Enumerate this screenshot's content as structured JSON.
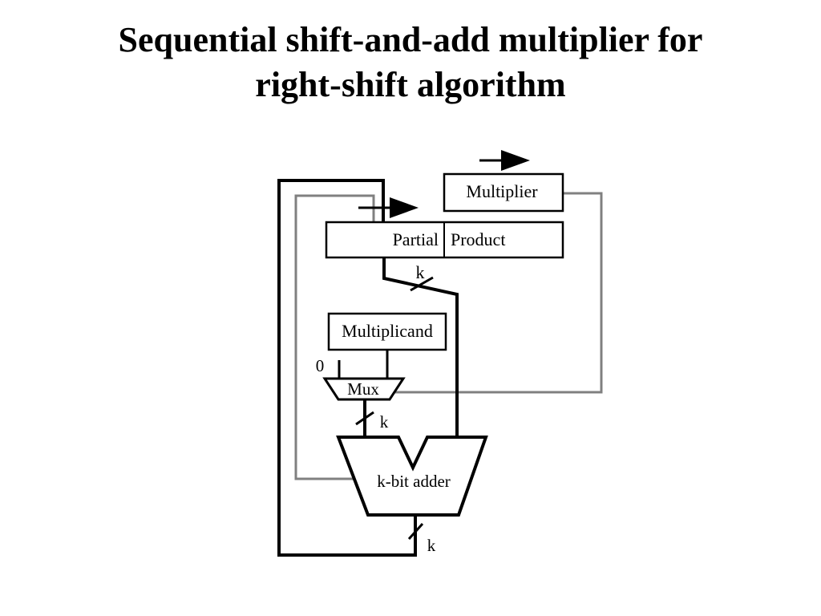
{
  "slide": {
    "title_line1": "Sequential shift-and-add multiplier for",
    "title_line2": "right-shift algorithm"
  },
  "diagram": {
    "multiplier_label": "Multiplier",
    "partial_label": "Partial",
    "product_label": "Product",
    "multiplicand_label": "Multiplicand",
    "zero_input_label": "0",
    "mux_label": "Mux",
    "adder_label": "k-bit adder",
    "width_label_partial": "k",
    "width_label_mux": "k",
    "width_label_adder": "k",
    "colors": {
      "black_wire": "#000000",
      "gray_wire": "#808080"
    }
  }
}
